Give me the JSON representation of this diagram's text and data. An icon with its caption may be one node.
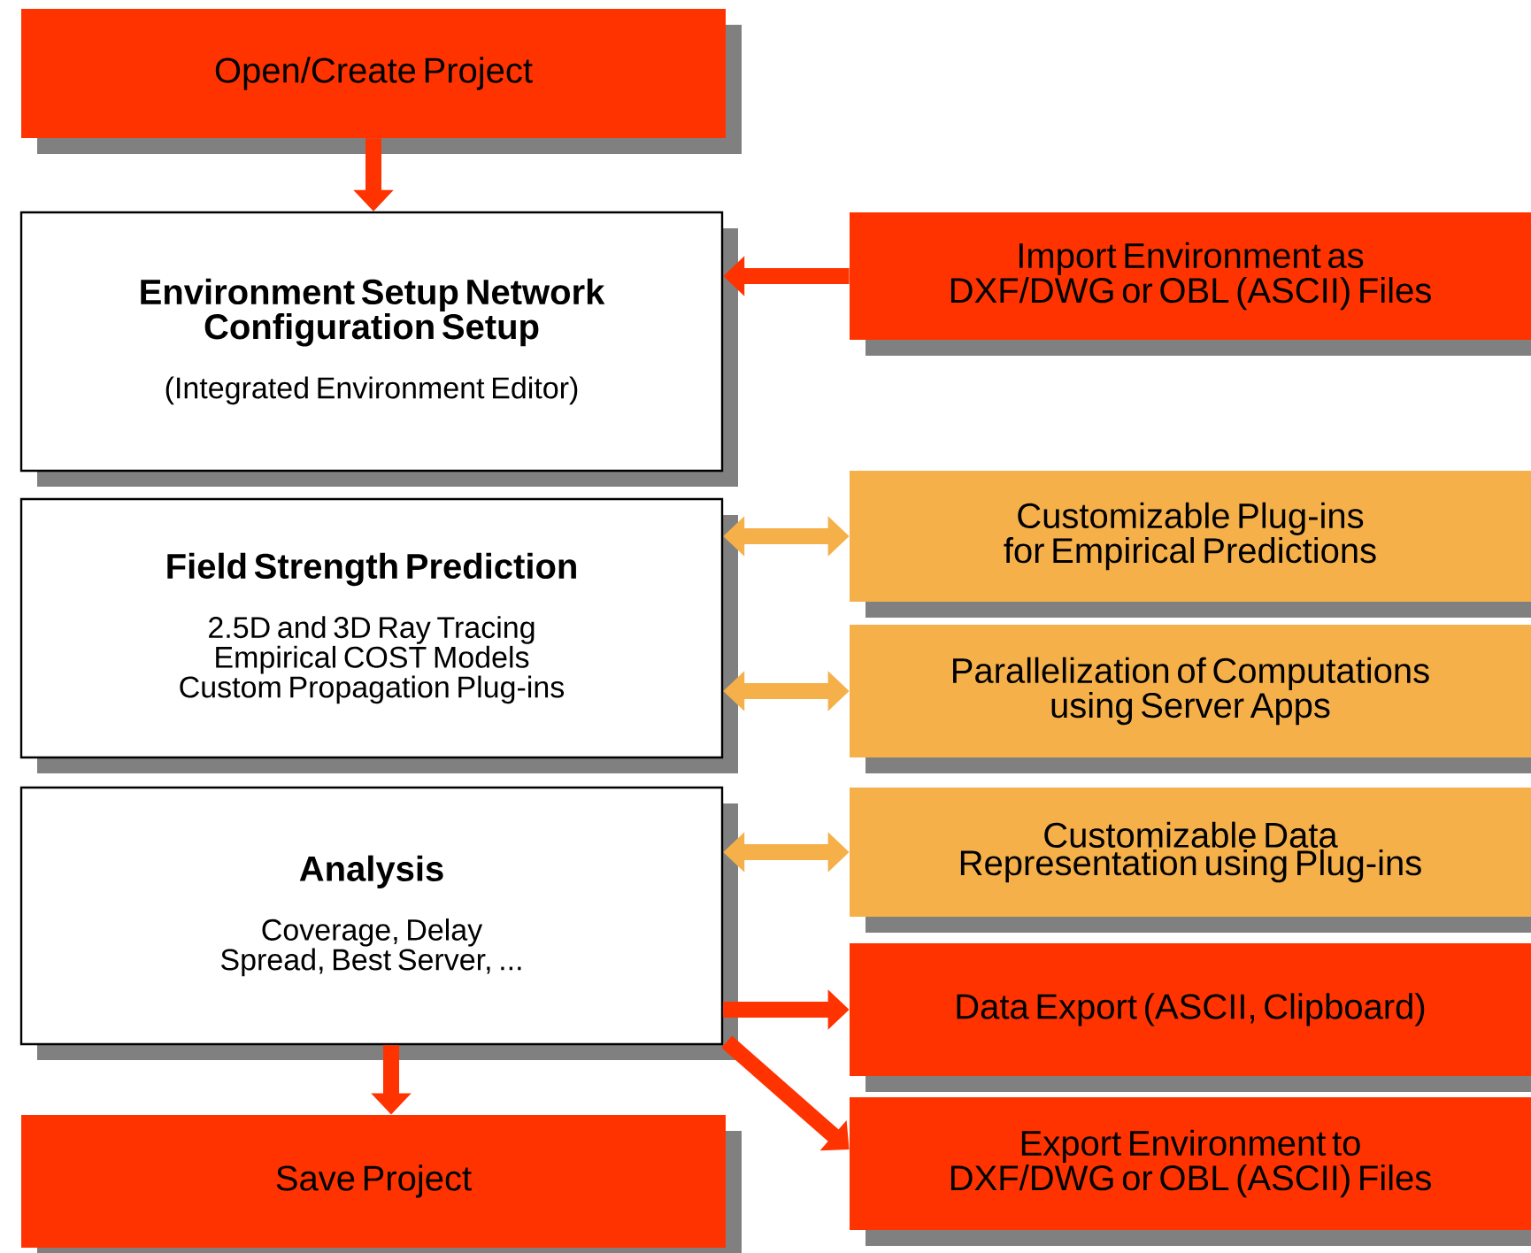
{
  "diagram": {
    "nodes": [
      {
        "text": [
          "Open/Create Project"
        ]
      },
      {
        "text": [
          "Environment Setup Network Configuration Setup",
          "(Integrated Environment Editor)"
        ]
      },
      {
        "text": [
          "Import Environment as DXF/DWG or OBL (ASCII) Files"
        ]
      },
      {
        "text": [
          "Field Strength Prediction",
          "2.5D and 3D Ray Tracing Empirical COST Models Custom Propagation Plug-ins"
        ]
      },
      {
        "text": [
          "Customizable Plug-ins for Empirical Predictions"
        ]
      },
      {
        "text": [
          "Parallelization of Computations using Server Apps"
        ]
      },
      {
        "text": [
          "Analysis",
          "Coverage, Delay Spread, Best Server, ..."
        ]
      },
      {
        "text": [
          "Customizable Data Representation using Plug-ins"
        ]
      },
      {
        "text": [
          "Data Export (ASCII, Clipboard)"
        ]
      },
      {
        "text": [
          "Save Project"
        ]
      },
      {
        "text": [
          "Export Environment to DXF/DWG or OBL (ASCII) Files"
        ]
      }
    ],
    "edges": [
      {
        "from": 0,
        "to": 1,
        "arrow": "to"
      },
      {
        "from": 2,
        "to": 1,
        "arrow": "to"
      },
      {
        "from": 3,
        "to": 4,
        "arrow": "both",
        "color": "#f5b04a"
      },
      {
        "from": 3,
        "to": 5,
        "arrow": "both",
        "color": "#f5b04a"
      },
      {
        "from": 6,
        "to": 7,
        "arrow": "both",
        "color": "#f5b04a"
      },
      {
        "from": 6,
        "to": 8,
        "arrow": "to"
      },
      {
        "from": 6,
        "to": 10,
        "arrow": "to"
      },
      {
        "from": 6,
        "to": 9,
        "arrow": "to"
      }
    ]
  }
}
